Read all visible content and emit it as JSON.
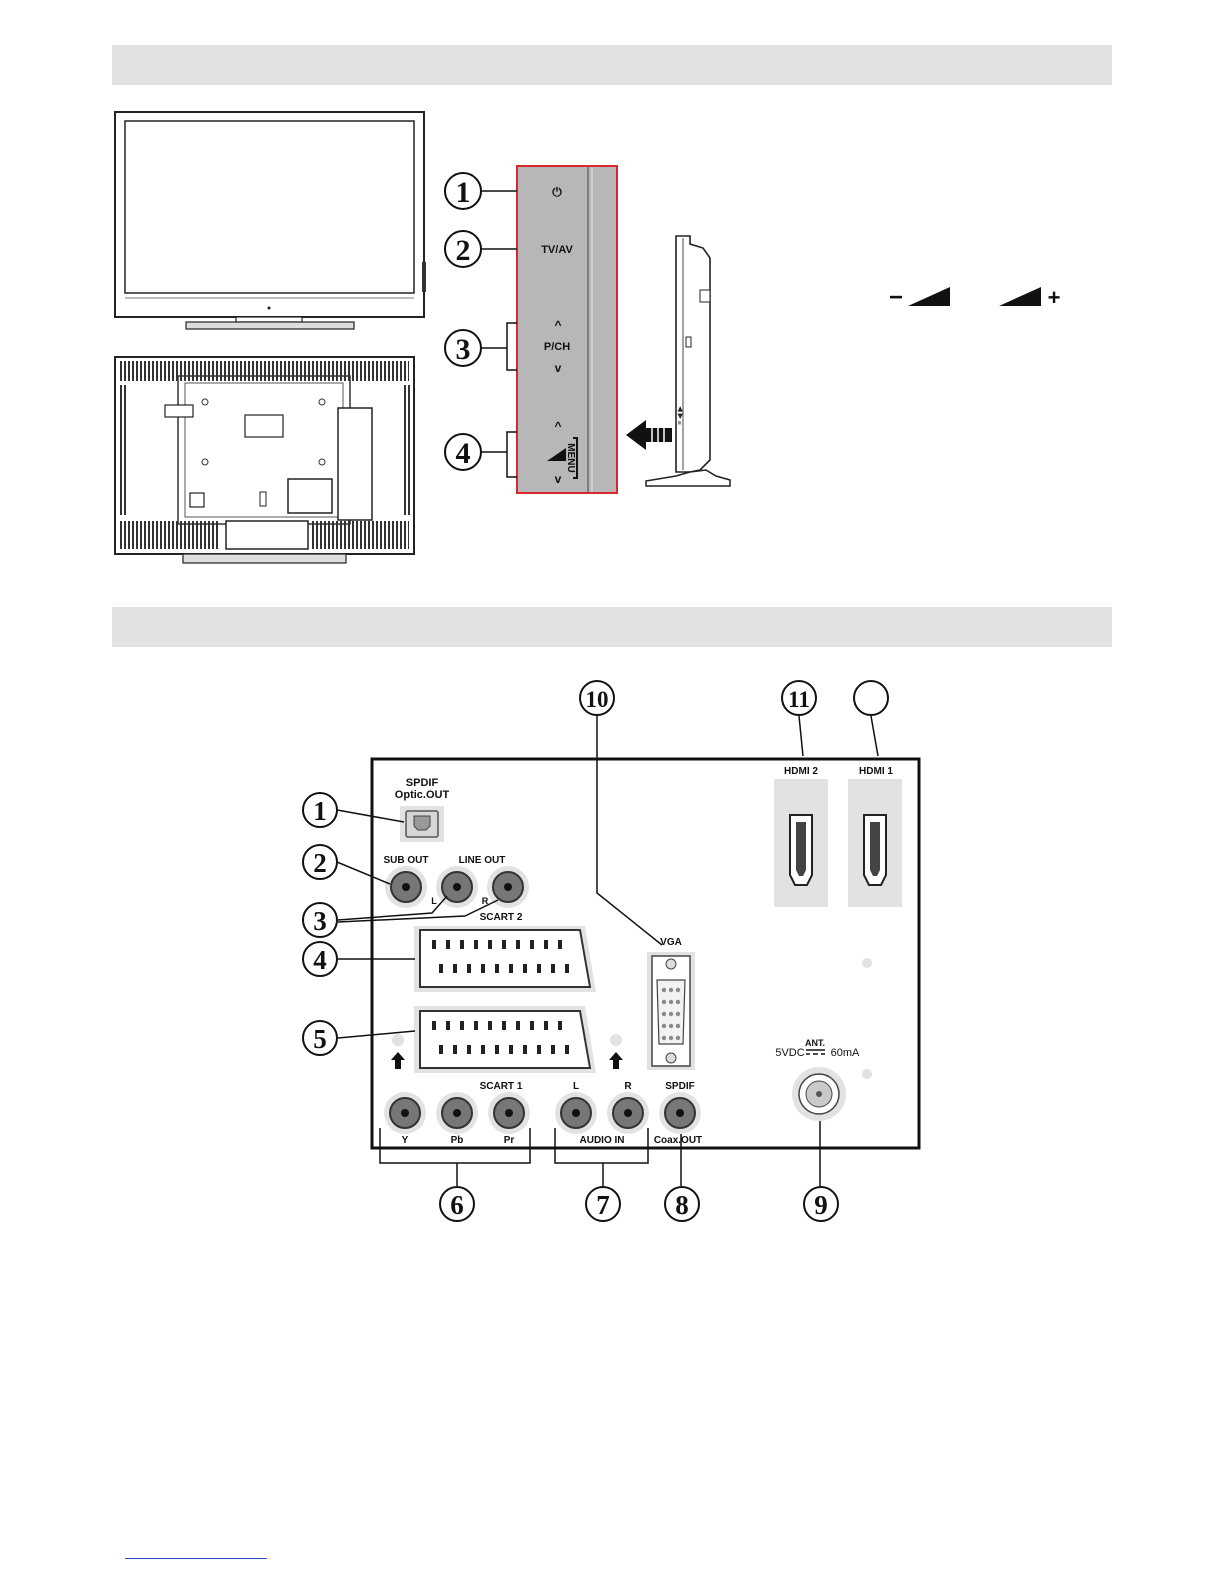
{
  "control_panel": {
    "callouts": [
      "1",
      "2",
      "3",
      "4"
    ],
    "buttons": {
      "power_symbol": "⏻",
      "tv_av": "TV/AV",
      "pch": "P/CH",
      "menu": "MENU",
      "up_arrow": "^",
      "down_arrow": "v"
    },
    "volume_minus": "−",
    "volume_plus": "+",
    "panel_color": "#d9272e"
  },
  "rear_panel": {
    "callouts": [
      "1",
      "2",
      "3",
      "4",
      "5",
      "6",
      "7",
      "8",
      "9",
      "10",
      "11",
      ""
    ],
    "labels": {
      "spdif_optic_1": "SPDIF",
      "spdif_optic_2": "Optic.OUT",
      "sub_out": "SUB OUT",
      "line_out": "LINE OUT",
      "line_l": "L",
      "line_r": "R",
      "scart2": "SCART 2",
      "scart1": "SCART 1",
      "vga": "VGA",
      "hdmi2": "HDMI 2",
      "hdmi1": "HDMI 1",
      "ant_top": "ANT.",
      "ant_5vdc": "5VDC",
      "ant_ma": "60mA",
      "audio_l": "L",
      "audio_r": "R",
      "spdif": "SPDIF",
      "y": "Y",
      "pb": "Pb",
      "pr": "Pr",
      "audio_in": "AUDIO IN",
      "coax_out": "Coax.OUT"
    }
  }
}
